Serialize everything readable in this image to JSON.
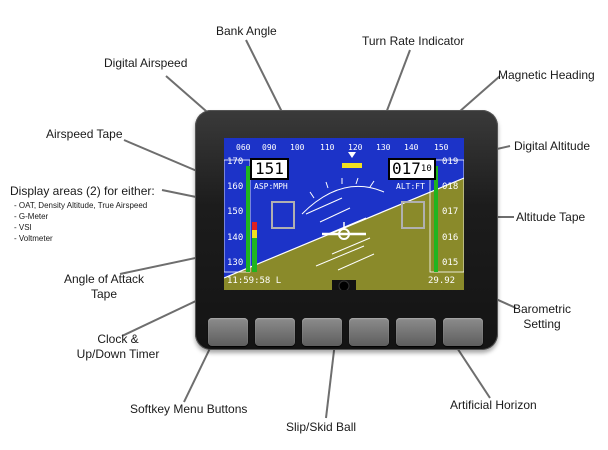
{
  "callouts": {
    "bank_angle": "Bank Angle",
    "turn_rate": "Turn Rate Indicator",
    "digital_airspeed": "Digital Airspeed",
    "magnetic_heading": "Magnetic Heading",
    "airspeed_tape": "Airspeed Tape",
    "digital_altitude": "Digital Altitude",
    "display_areas": {
      "title": "Display areas (2) for either:",
      "items": [
        "- OAT, Density Altitude, True Airspeed",
        "- G-Meter",
        "- VSI",
        "- Voltmeter"
      ]
    },
    "altitude_tape": "Altitude Tape",
    "angle_of_attack": [
      "Angle of Attack",
      "Tape"
    ],
    "barometric": [
      "Barometric",
      "Setting"
    ],
    "clock_timer": [
      "Clock &",
      "Up/Down Timer"
    ],
    "softkey_buttons": "Softkey Menu Buttons",
    "artificial_horizon": "Artificial Horizon",
    "slip_skid": "Slip/Skid Ball"
  },
  "display": {
    "heading_tape": [
      "060",
      "090",
      "100",
      "110",
      "120",
      "130",
      "140",
      "150"
    ],
    "airspeed_value": "151",
    "airspeed_unit": "ASP:MPH",
    "airspeed_ticks": [
      "170",
      "160",
      "150",
      "140",
      "130"
    ],
    "altitude_value": "017",
    "altitude_small": "10",
    "altitude_unit": "ALT:FT",
    "altitude_ticks": [
      "019",
      "018",
      "017",
      "016",
      "015"
    ],
    "clock": "11:59:58 L",
    "baro": "29.92",
    "softkey_count": 6,
    "colors": {
      "sky": "#1c33c8",
      "ground": "#8a8a2a",
      "tape_green": "#1fb51f",
      "aoa_red": "#e02020",
      "marker_yellow": "#f0e020",
      "bezel": "#1c1c1c"
    }
  }
}
